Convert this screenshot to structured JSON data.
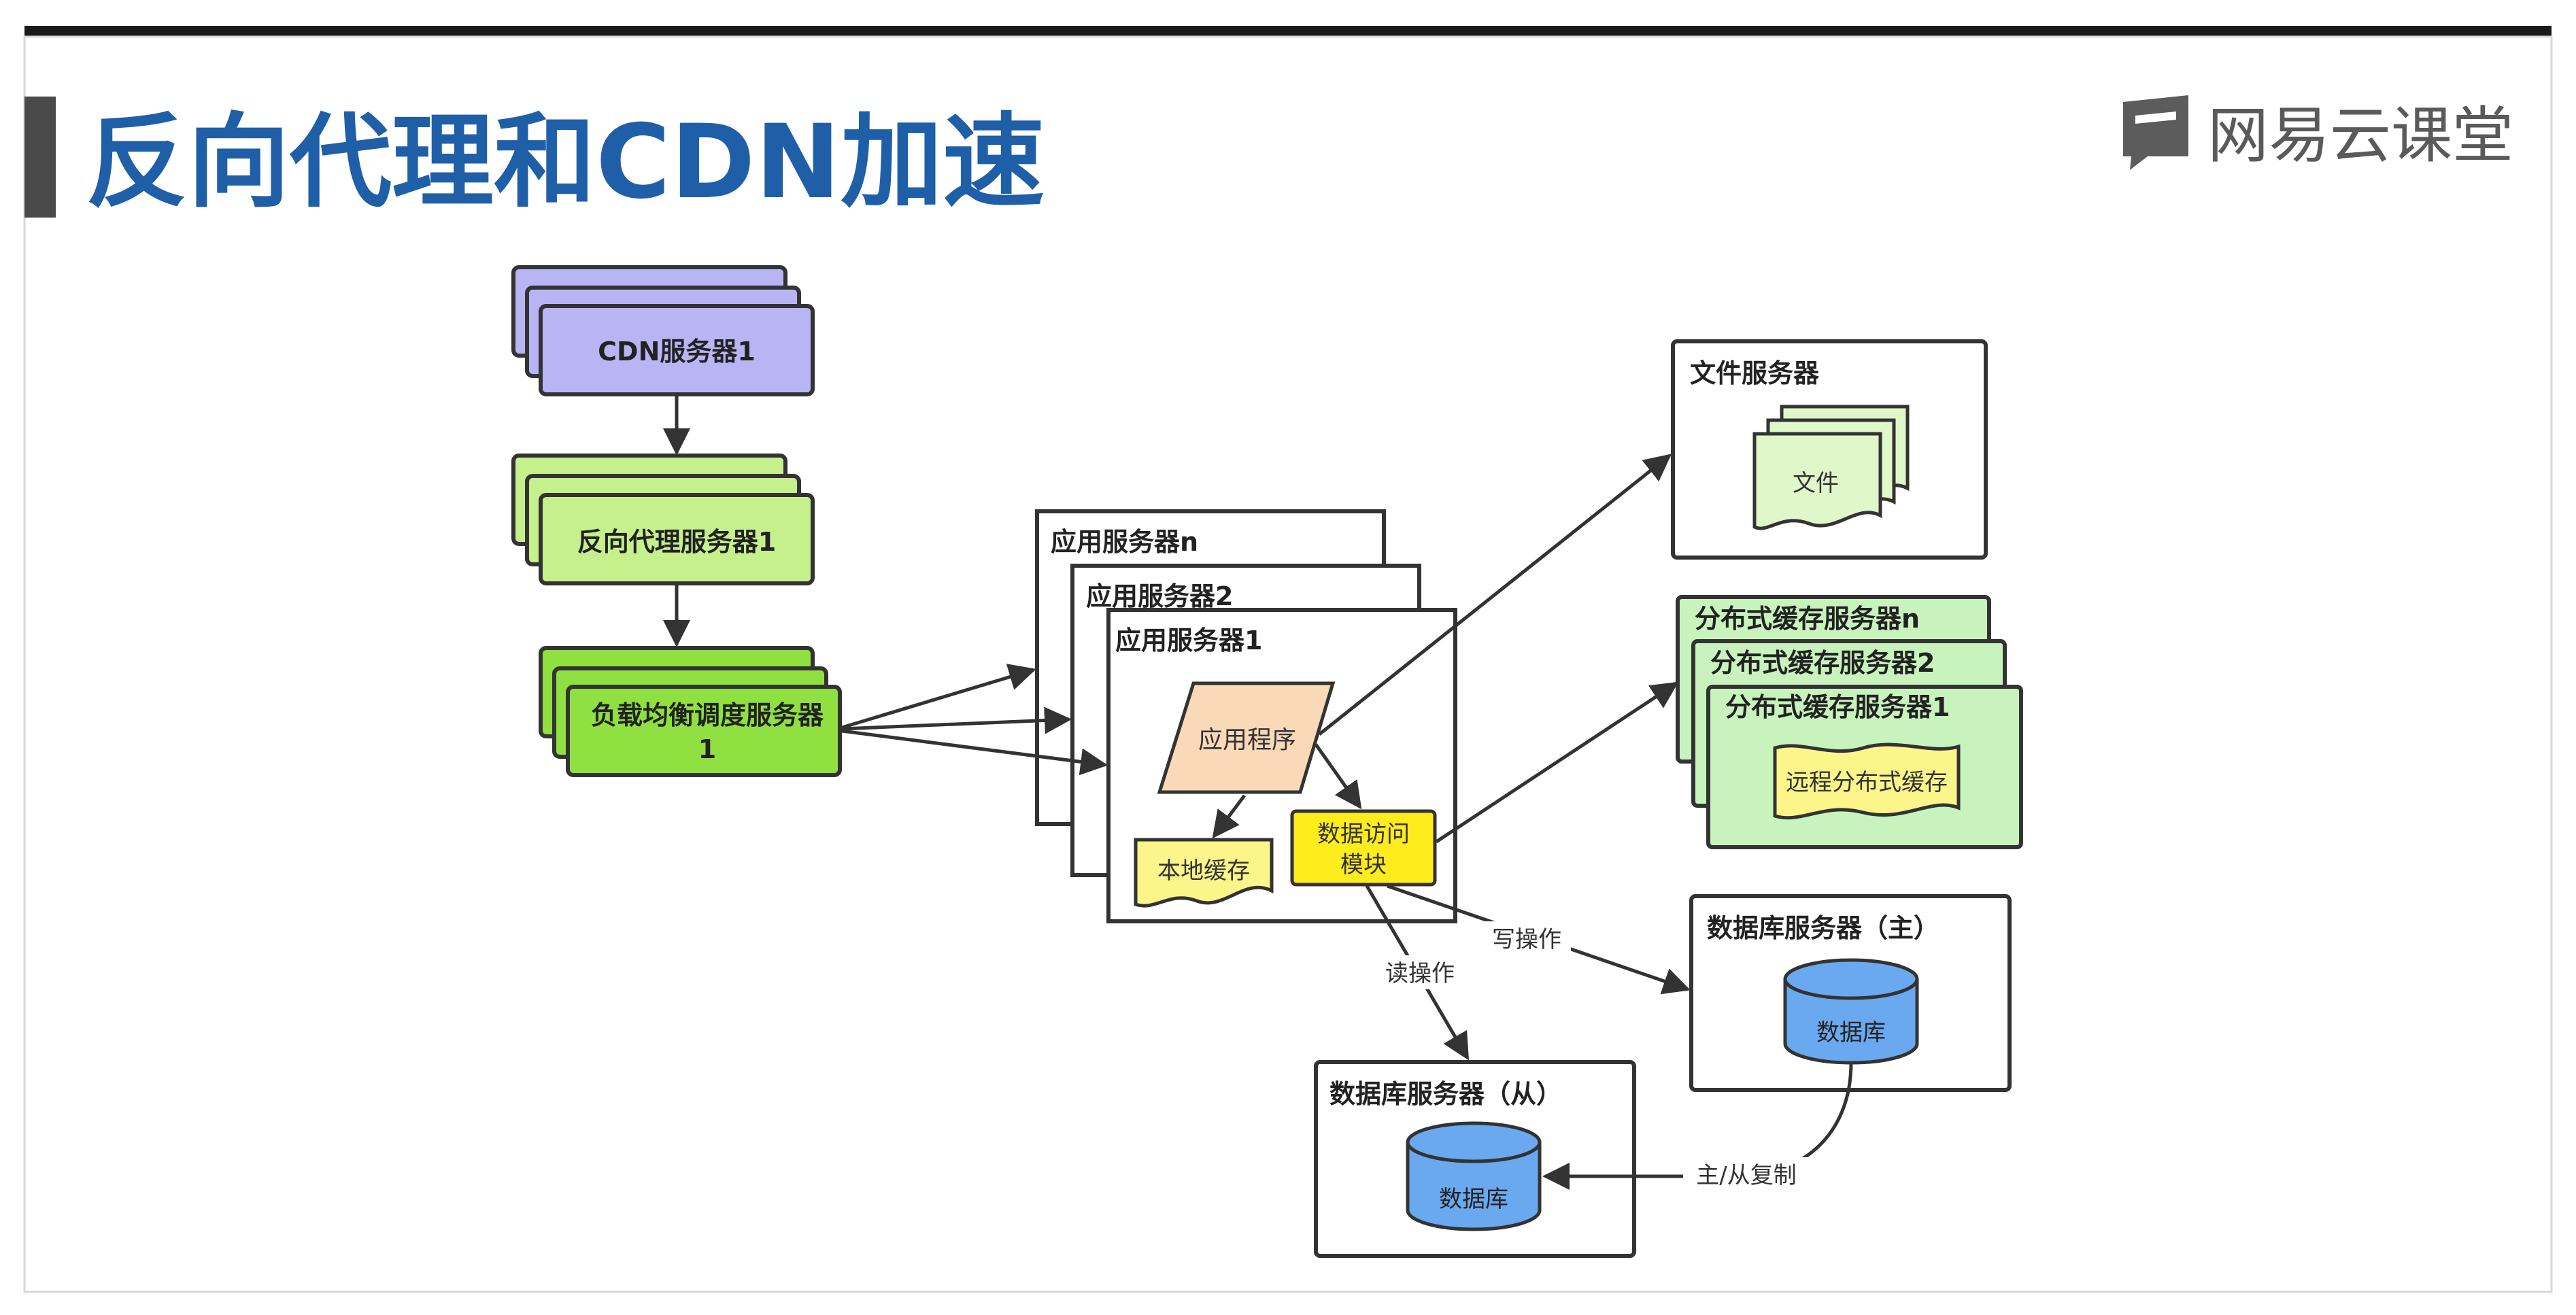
{
  "slide": {
    "title": "反向代理和CDN加速",
    "brand": "网易云课堂"
  },
  "colors": {
    "title": "#1f5fa8",
    "cdn": "#b9b5f5",
    "proxy": "#c6f08c",
    "lb": "#8fe040",
    "app_prog": "#fad9b8",
    "data_module": "#ffec1c",
    "local_cache": "#fbf58a",
    "dist_cache": "#c8f3bd",
    "cache_doc": "#fbf58a",
    "file_doc": "#dff7c9",
    "db": "#6aa8ef"
  },
  "nodes": {
    "cdn": "CDN服务器1",
    "proxy": "反向代理服务器1",
    "lb_line1": "负载均衡调度服务器",
    "lb_line2": "1",
    "app_n": "应用服务器n",
    "app_2": "应用服务器2",
    "app_1": "应用服务器1",
    "app_program": "应用程序",
    "data_module_line1": "数据访问",
    "data_module_line2": "模块",
    "local_cache": "本地缓存",
    "file_server": "文件服务器",
    "file": "文件",
    "cache_n": "分布式缓存服务器n",
    "cache_2": "分布式缓存服务器2",
    "cache_1": "分布式缓存服务器1",
    "remote_cache": "远程分布式缓存",
    "db_master": "数据库服务器（主）",
    "db_master_cyl": "数据库",
    "db_slave": "数据库服务器（从）",
    "db_slave_cyl": "数据库"
  },
  "edges": {
    "write": "写操作",
    "read": "读操作",
    "replicate": "主/从复制"
  }
}
